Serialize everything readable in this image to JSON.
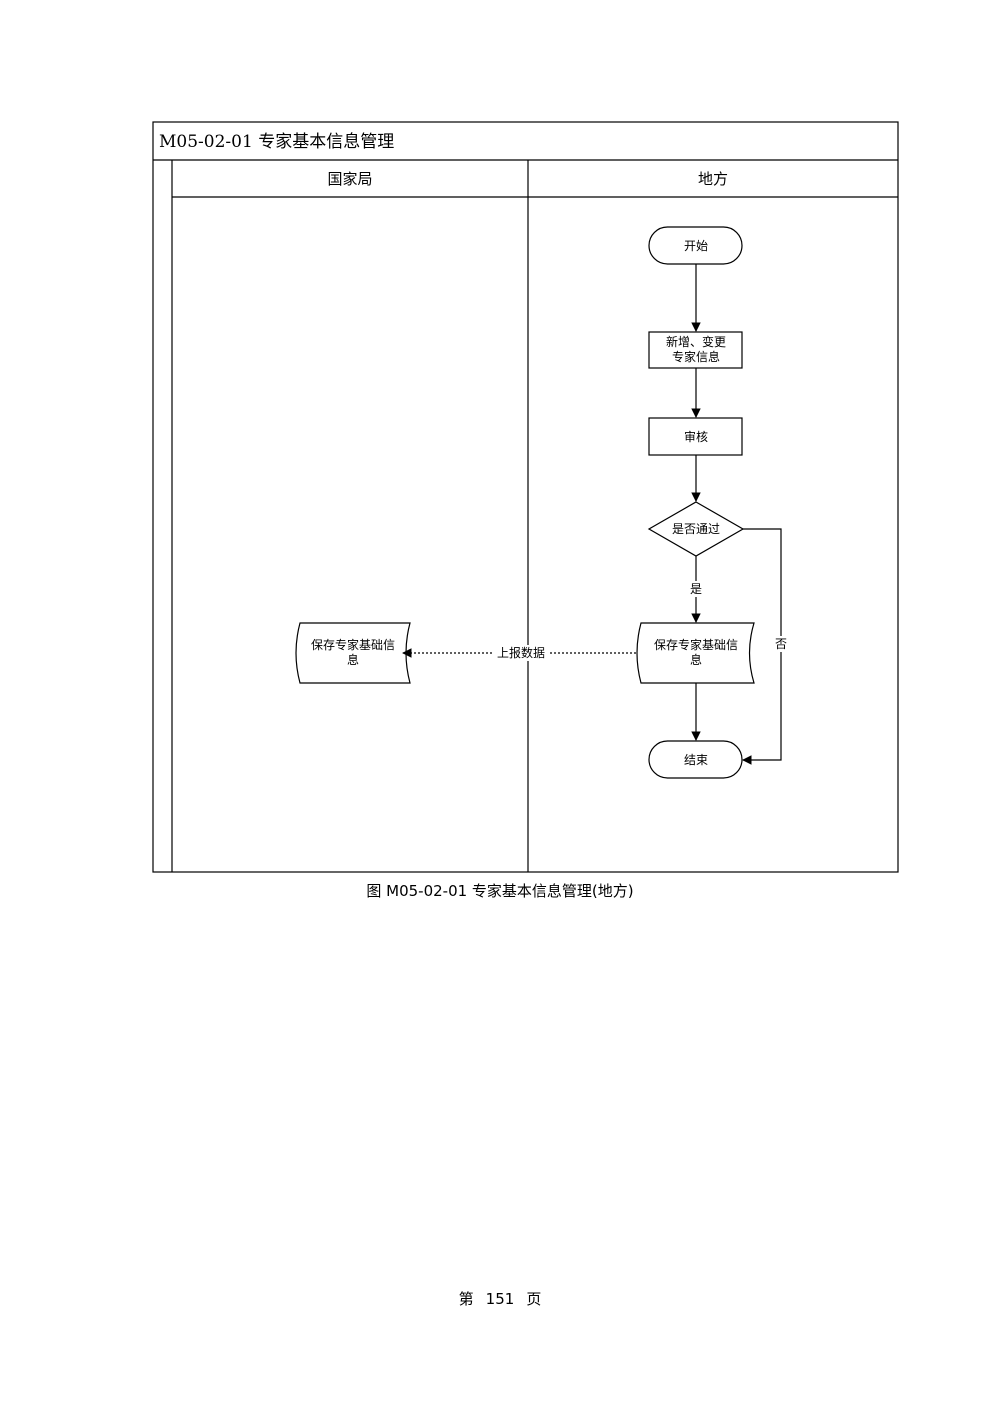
{
  "diagram": {
    "title": "M05-02-01  专家基本信息管理",
    "lanes": [
      {
        "label": "国家局"
      },
      {
        "label": "地方"
      }
    ],
    "nodes": {
      "start": "开始",
      "edit_line1": "新增、变更",
      "edit_line2": "专家信息",
      "review": "审核",
      "decision": "是否通过",
      "save_local_line1": "保存专家基础信",
      "save_local_line2": "息",
      "save_national_line1": "保存专家基础信",
      "save_national_line2": "息",
      "end": "结束"
    },
    "edges": {
      "yes": "是",
      "no": "否",
      "report": "上报数据"
    }
  },
  "caption": "图 M05-02-01 专家基本信息管理(地方)",
  "footer": {
    "prefix": "第",
    "page": "151",
    "suffix": "页"
  }
}
